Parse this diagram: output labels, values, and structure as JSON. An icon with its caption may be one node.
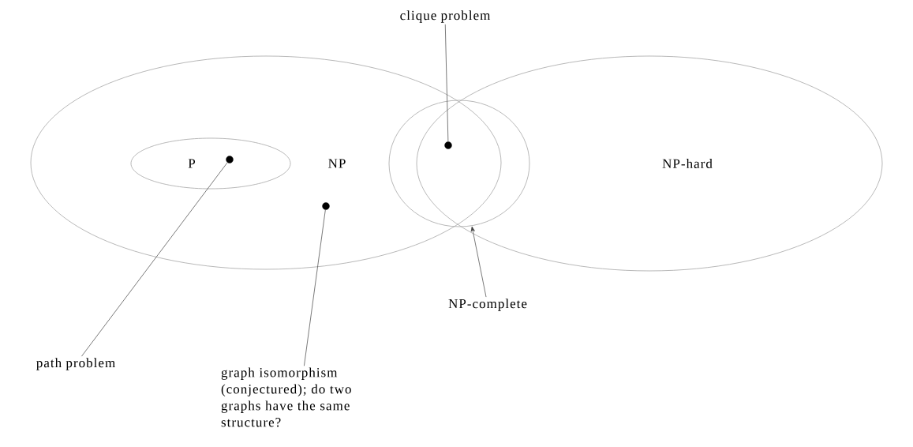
{
  "diagram": {
    "nodes": [
      {
        "text": [
          "NP"
        ]
      },
      {
        "text": [
          "P"
        ],
        "in": 0
      },
      {
        "text": [],
        "shape": "circle",
        "in": 1
      },
      {
        "text": [
          "clique problem"
        ]
      },
      {
        "text": [],
        "shape": "circle"
      },
      {
        "text": [],
        "shape": "circle"
      },
      {
        "text": [
          "NP-hard"
        ]
      },
      {
        "text": [],
        "shape": "circle",
        "in": 0
      },
      {
        "text": [
          "NP-complete"
        ]
      },
      {
        "text": [
          "path problem"
        ]
      },
      {
        "text": [
          "graph isomorphism (conjectured); do two graphs have the same structure?"
        ]
      }
    ],
    "edges": [
      {
        "from": 3,
        "to": 5,
        "arrow": "none"
      },
      {
        "from": 8,
        "to": 4,
        "arrow": "to"
      },
      {
        "from": 9,
        "to": 2,
        "arrow": "none"
      },
      {
        "from": 10,
        "to": 7,
        "arrow": "none"
      }
    ]
  }
}
